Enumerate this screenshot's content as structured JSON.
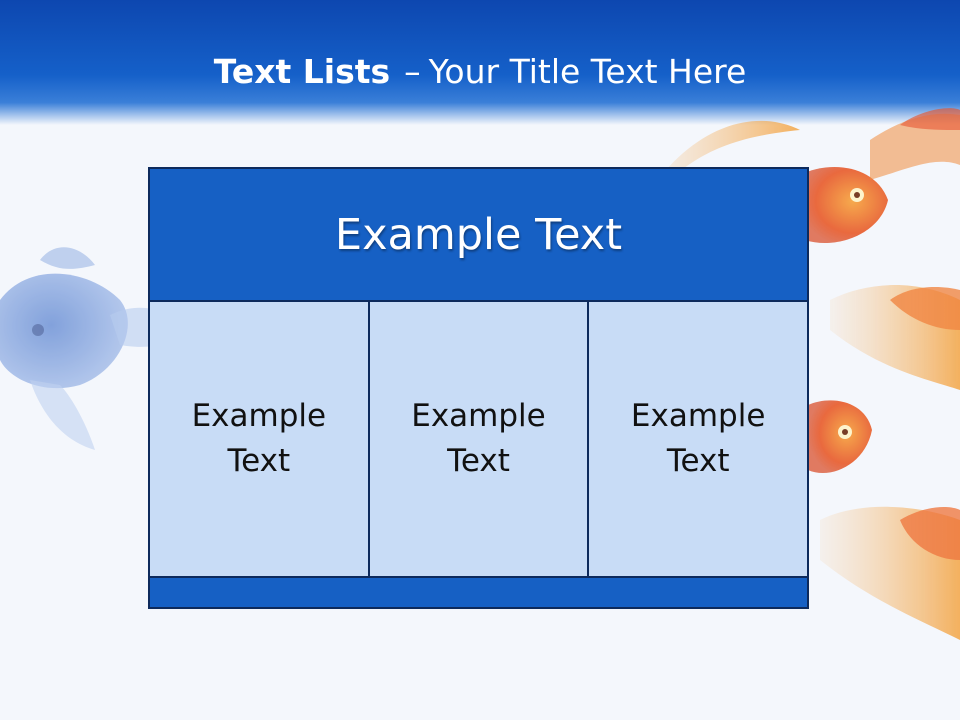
{
  "slide": {
    "title_bold": "Text Lists",
    "title_separator": "–",
    "title_rest": "Your Title Text Here"
  },
  "panel": {
    "header": "Example Text",
    "columns": [
      "Example Text",
      "Example Text",
      "Example Text"
    ]
  },
  "colors": {
    "header_band": "#1560c9",
    "panel_header": "#1660c4",
    "panel_cells": "#c8dcf6",
    "border": "#0d2a5c"
  },
  "decor": {
    "left_image": "blue-goldfish",
    "right_image": "orange-goldfish-school"
  }
}
